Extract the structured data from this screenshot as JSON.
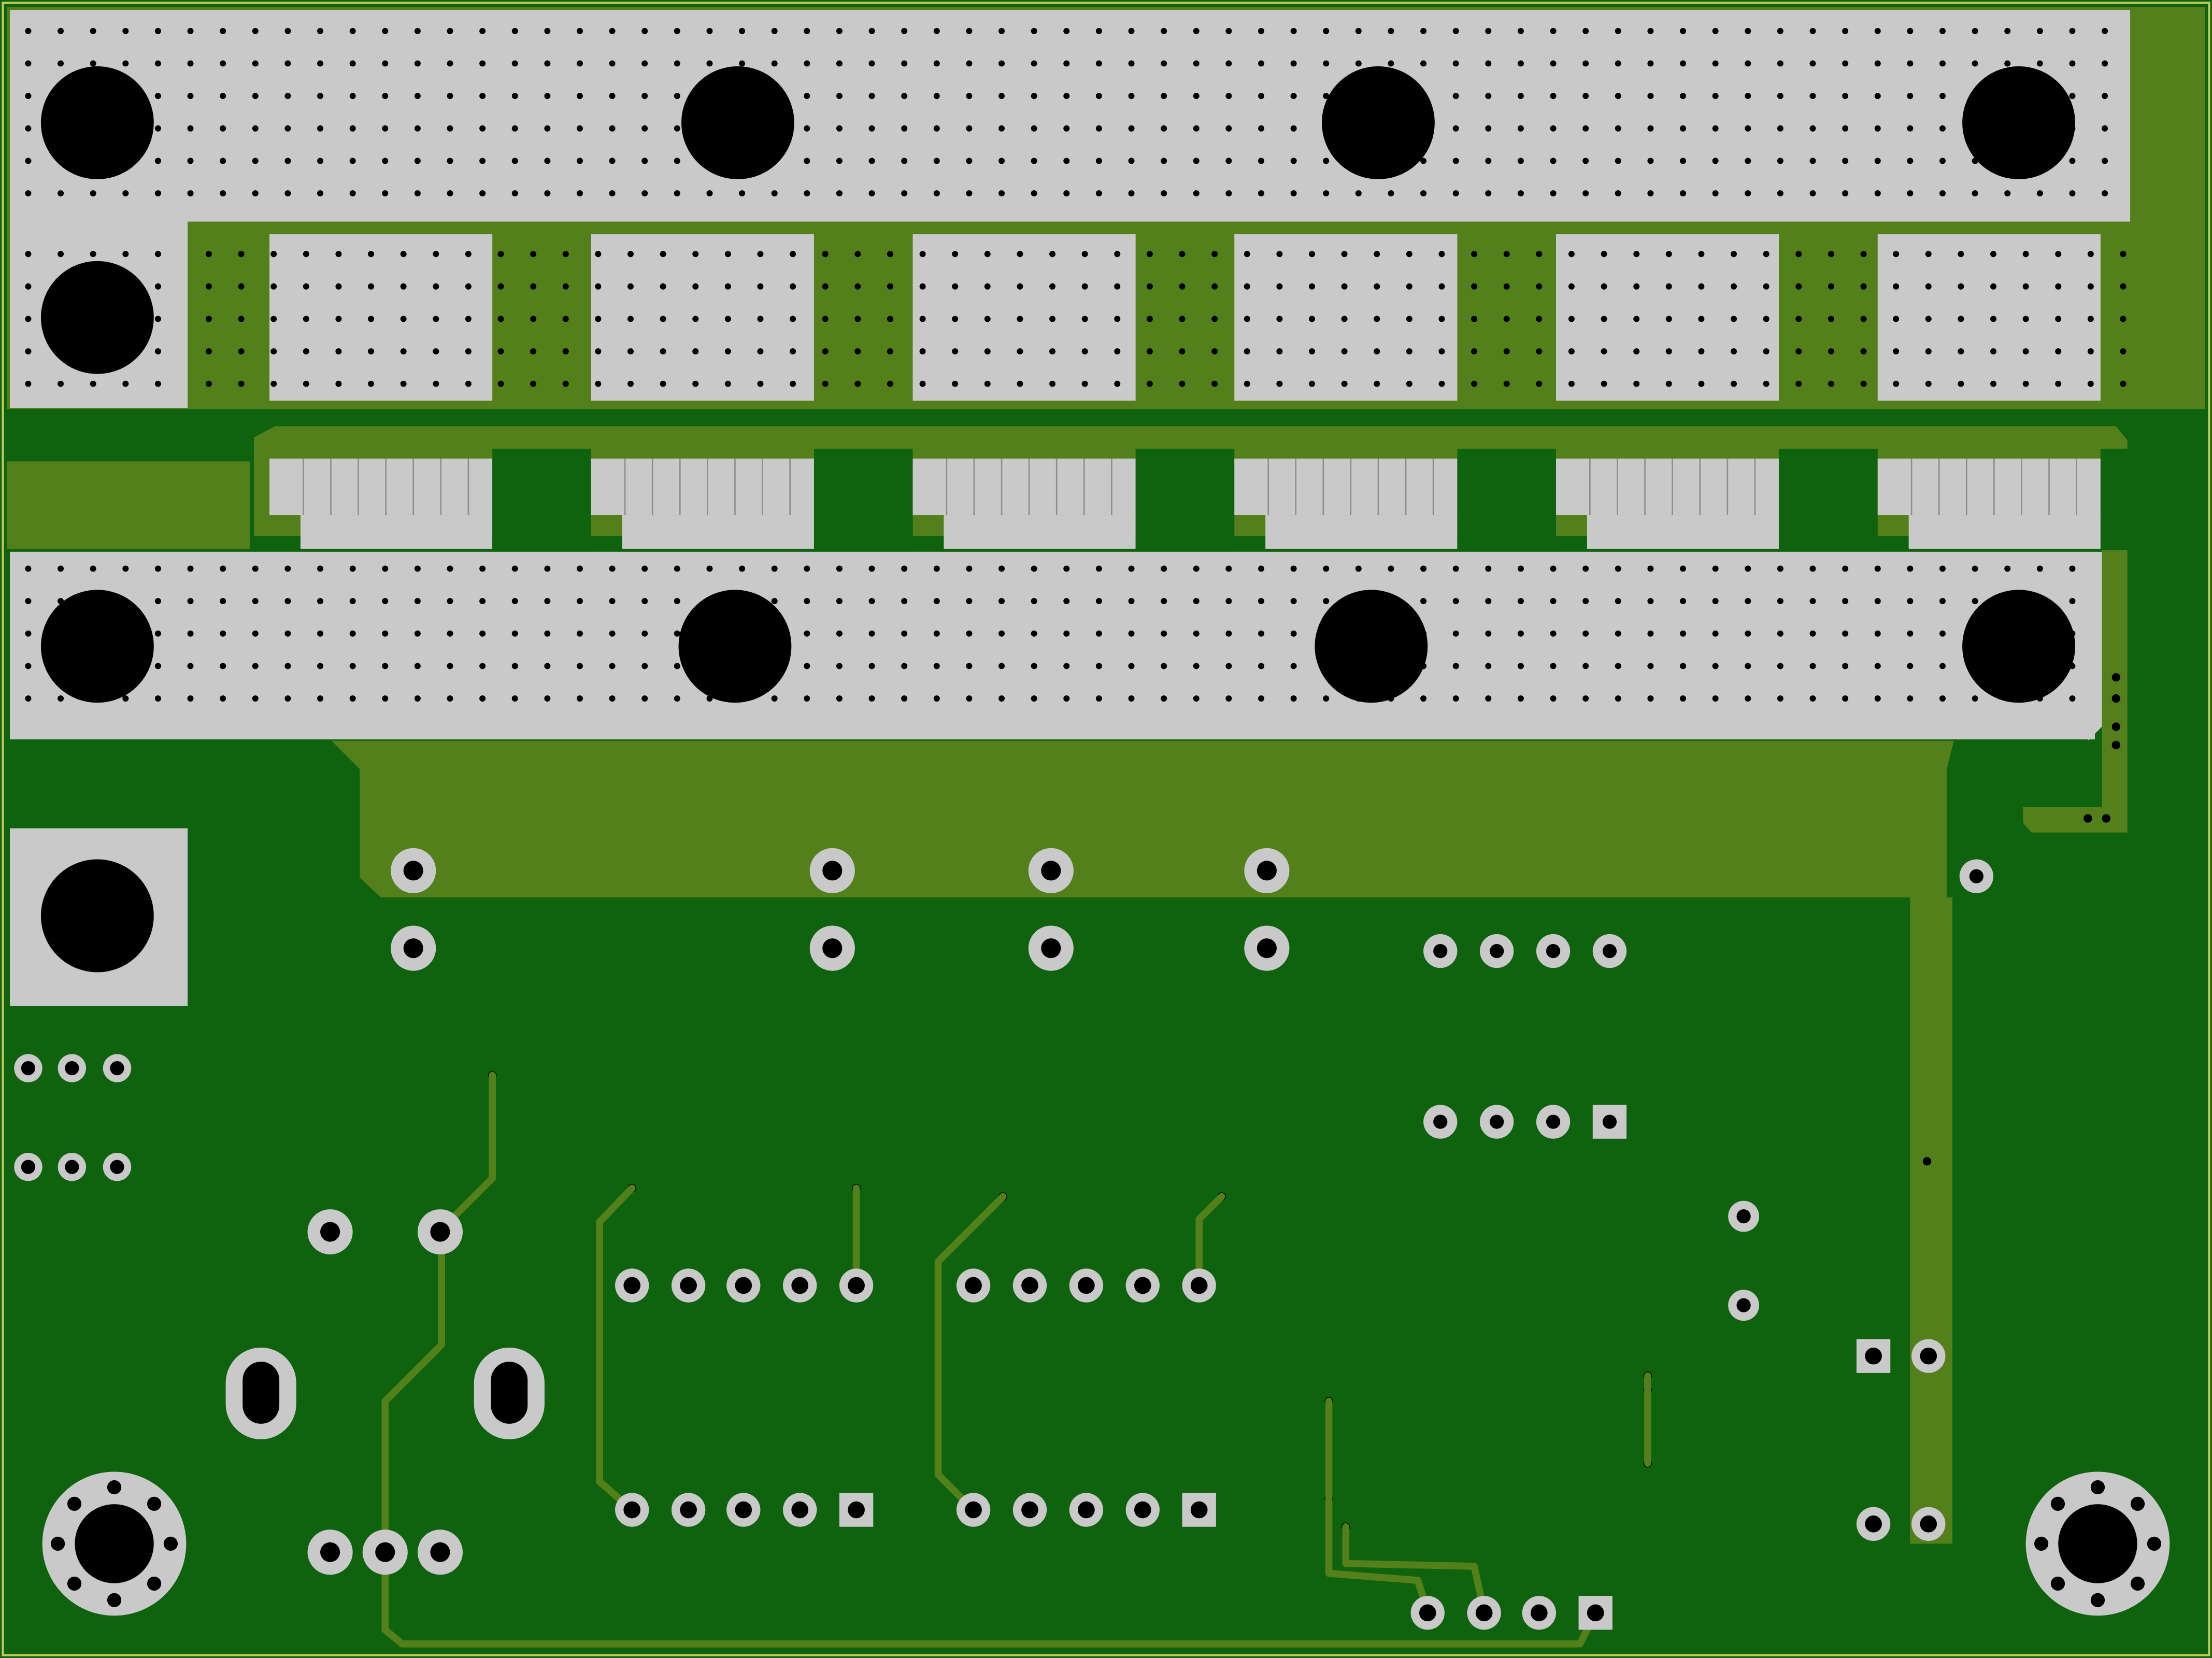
{
  "view": "pcb-bottom-layer",
  "colors": {
    "board": "#0f620e",
    "copper": "#53801a",
    "pad": "#c9c9c9",
    "hole": "#000000",
    "outline": "#d8d86a"
  },
  "components": {
    "mounting_holes": 4,
    "power_pads_top_row": 6,
    "connector_groups": 6,
    "dip_ics": 2
  }
}
